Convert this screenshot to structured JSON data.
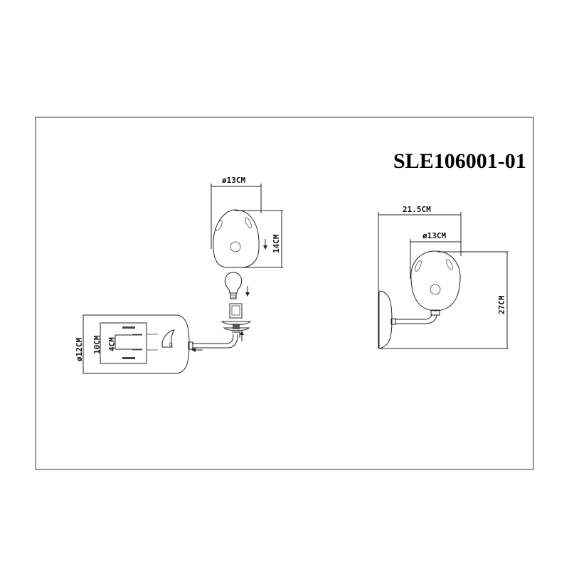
{
  "title": "SLE106001-01",
  "exploded_view": {
    "shade_diameter": "ø13CM",
    "shade_height": "14CM",
    "backplate_diameter": "ø12CM",
    "mount_spacing_outer": "10CM",
    "mount_spacing_inner": "4CM"
  },
  "assembled_view": {
    "projection": "21.5CM",
    "shade_diameter": "ø13CM",
    "height": "27CM"
  },
  "colors": {
    "line": "#222222",
    "background": "#ffffff"
  }
}
